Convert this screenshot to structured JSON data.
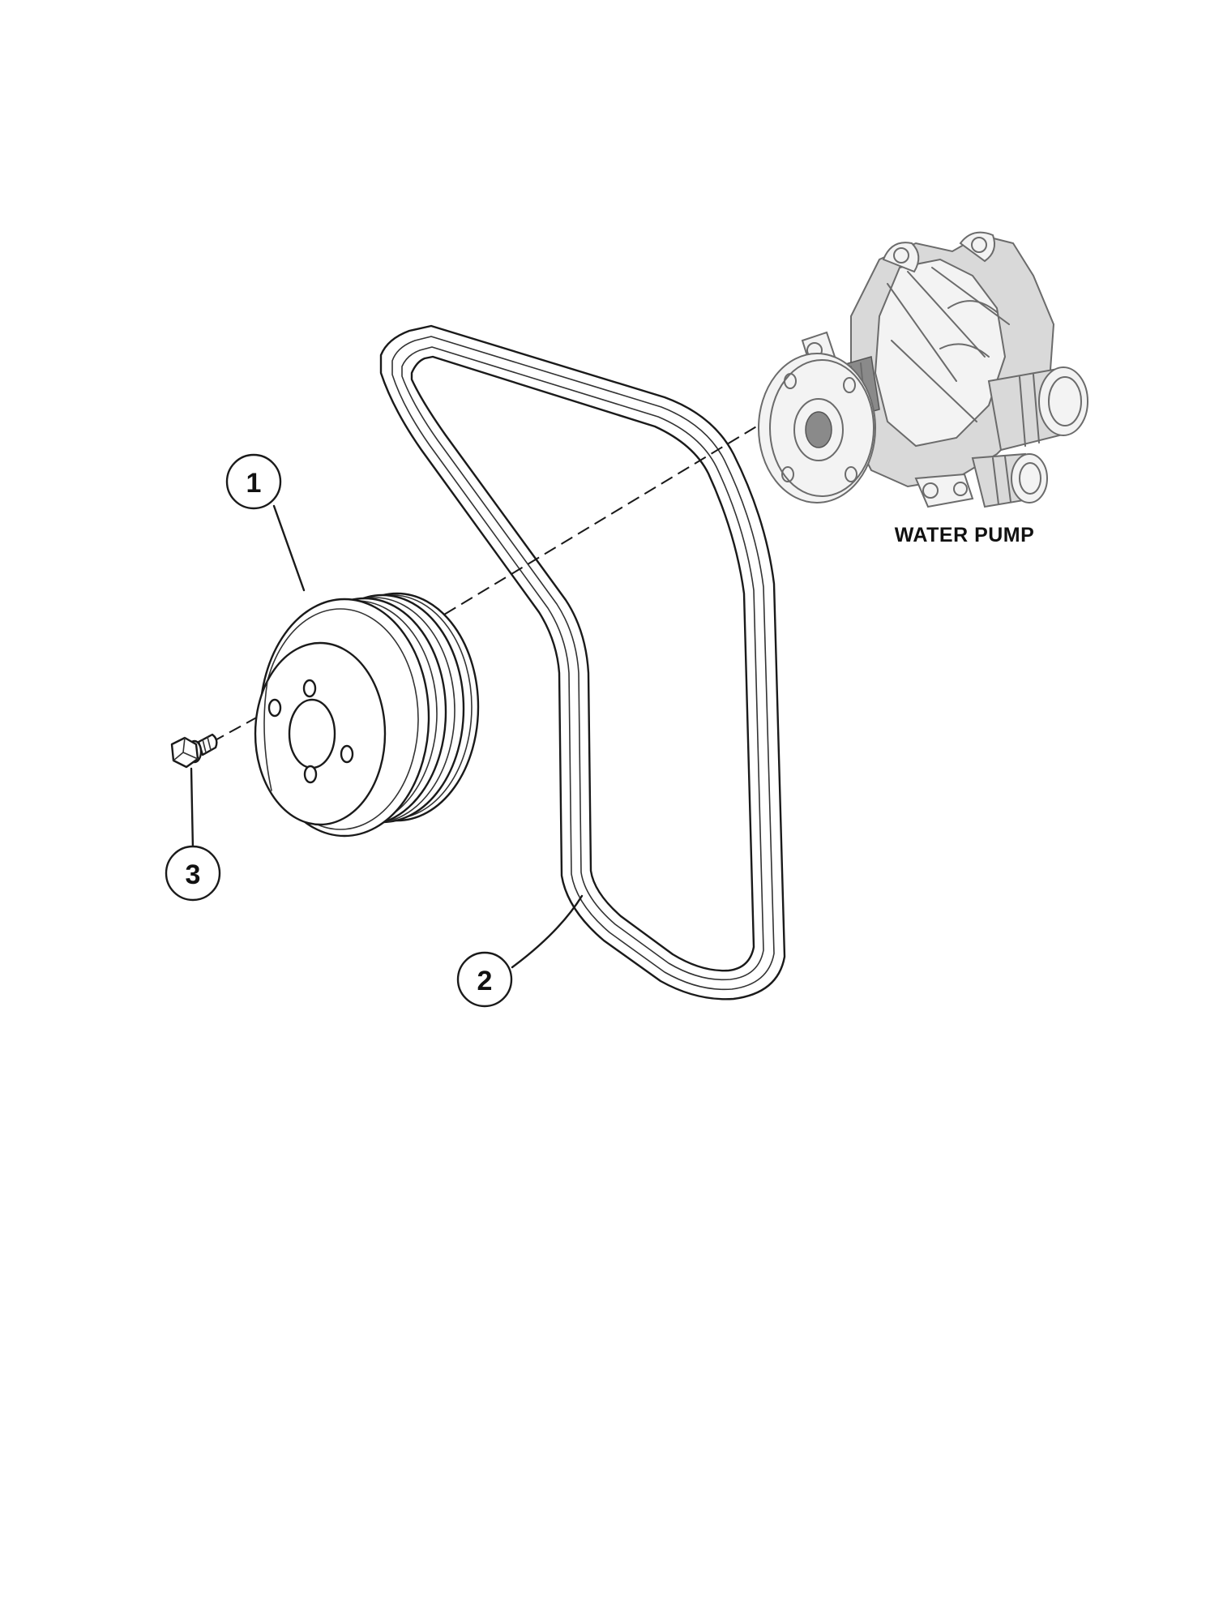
{
  "callouts": [
    {
      "id": "1",
      "label": "1"
    },
    {
      "id": "2",
      "label": "2"
    },
    {
      "id": "3",
      "label": "3"
    }
  ],
  "caption": {
    "water_pump": "WATER PUMP"
  }
}
